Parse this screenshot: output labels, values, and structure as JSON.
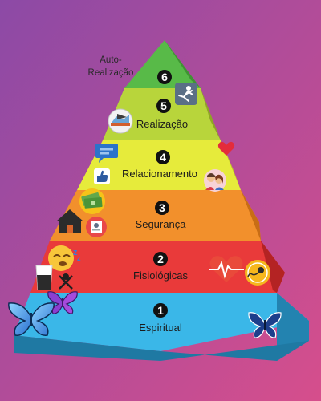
{
  "diagram": {
    "colors": {
      "bg_start": "#8e4aa3",
      "bg_end": "#d14e8f",
      "level6": "#58b947",
      "level5": "#b6d33a",
      "level4": "#e6ec3a",
      "level3": "#f2912b",
      "level2": "#e93939",
      "level1": "#3ab6e6"
    },
    "levels": [
      {
        "number": "1",
        "label": "Espiritual"
      },
      {
        "number": "2",
        "label": "Fisiológicas"
      },
      {
        "number": "3",
        "label": "Segurança"
      },
      {
        "number": "4",
        "label": "Relacionamento"
      },
      {
        "number": "5",
        "label": "Realização"
      },
      {
        "number": "6",
        "label": "Auto-\nRealização"
      }
    ],
    "top_label_lines": [
      "Auto-",
      "Realização"
    ],
    "icons": [
      "butterfly-icon",
      "water-glass-icon",
      "sleeping-face-icon",
      "cutlery-icon",
      "heartbeat-icon",
      "sperm-egg-icon",
      "house-icon",
      "money-icon",
      "document-icon",
      "chat-bubble-icon",
      "thumbs-up-icon",
      "heart-icon",
      "couple-icon",
      "graduation-icon",
      "runner-icon"
    ]
  }
}
